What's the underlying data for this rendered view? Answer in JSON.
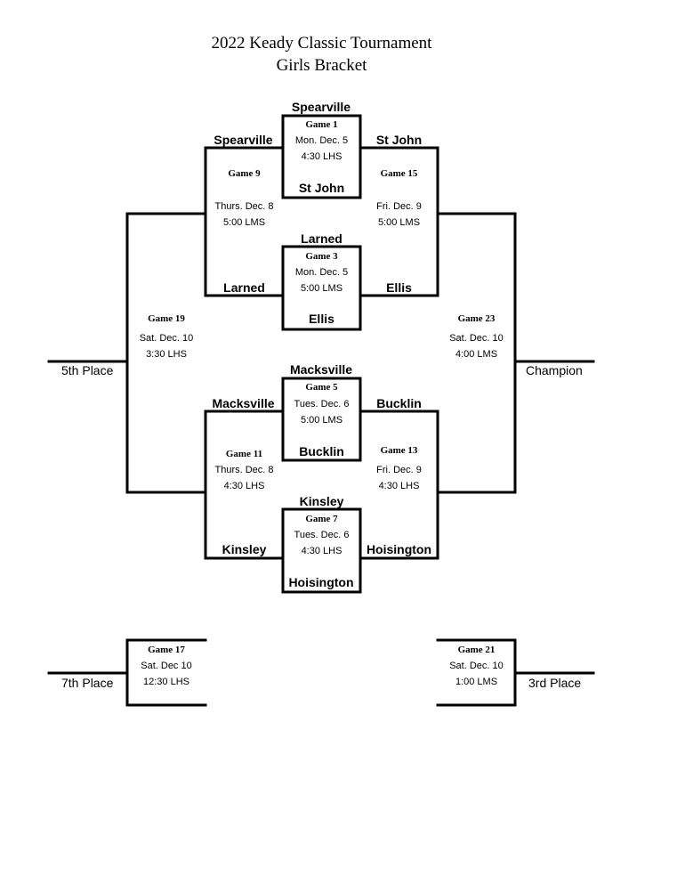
{
  "title": "2022 Keady Classic Tournament",
  "subtitle": "Girls Bracket",
  "teams": {
    "spearville": "Spearville",
    "st_john": "St John",
    "larned": "Larned",
    "ellis": "Ellis",
    "macksville": "Macksville",
    "bucklin": "Bucklin",
    "kinsley": "Kinsley",
    "hoisington": "Hoisington"
  },
  "games": {
    "g1": {
      "name": "Game 1",
      "date": "Mon. Dec. 5",
      "time": "4:30 LHS"
    },
    "g3": {
      "name": "Game 3",
      "date": "Mon. Dec. 5",
      "time": "5:00 LMS"
    },
    "g5": {
      "name": "Game 5",
      "date": "Tues. Dec. 6",
      "time": "5:00  LMS"
    },
    "g7": {
      "name": "Game 7",
      "date": "Tues. Dec. 6",
      "time": "4:30 LHS"
    },
    "g9": {
      "name": "Game 9",
      "date": "Thurs. Dec. 8",
      "time": "5:00 LMS"
    },
    "g11": {
      "name": "Game 11",
      "date": "Thurs. Dec. 8",
      "time": "4:30 LHS"
    },
    "g13": {
      "name": "Game 13",
      "date": "Fri. Dec. 9",
      "time": "4:30 LHS"
    },
    "g15": {
      "name": "Game 15",
      "date": "Fri. Dec. 9",
      "time": "5:00 LMS"
    },
    "g17": {
      "name": "Game 17",
      "date": "Sat. Dec 10",
      "time": "12:30 LHS"
    },
    "g19": {
      "name": "Game 19",
      "date": "Sat. Dec. 10",
      "time": "3:30 LHS"
    },
    "g21": {
      "name": "Game 21",
      "date": "Sat. Dec. 10",
      "time": "1:00 LMS"
    },
    "g23": {
      "name": "Game 23",
      "date": "Sat. Dec. 10",
      "time": "4:00 LMS"
    }
  },
  "places": {
    "fifth": "5th Place",
    "champion": "Champion",
    "seventh": "7th Place",
    "third": "3rd Place"
  }
}
